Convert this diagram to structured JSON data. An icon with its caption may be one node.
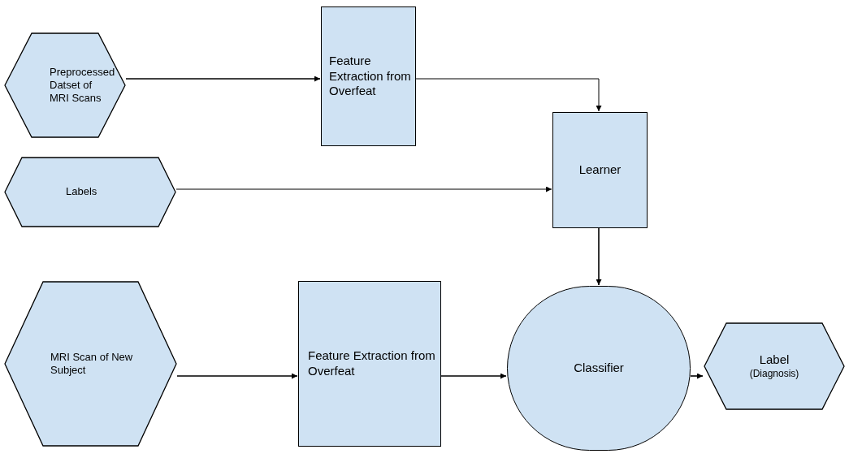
{
  "diagram": {
    "nodes": [
      {
        "text": [
          "Preprocessed Datset of MRI Scans"
        ]
      },
      {
        "text": [
          "Feature Extraction from Overfeat"
        ]
      },
      {
        "text": [
          "Labels"
        ]
      },
      {
        "text": [
          "Learner"
        ]
      },
      {
        "text": [
          "MRI Scan of New Subject"
        ]
      },
      {
        "text": [
          "Feature Extraction from Overfeat"
        ]
      },
      {
        "text": [
          "Classifier"
        ]
      },
      {
        "text": [
          "Label",
          "(Diagnosis)"
        ]
      }
    ],
    "edges": [
      {
        "from": 0,
        "to": 1,
        "arrow": "to"
      },
      {
        "from": 1,
        "to": 3,
        "arrow": "to"
      },
      {
        "from": 2,
        "to": 3,
        "arrow": "to"
      },
      {
        "from": 3,
        "to": 6,
        "arrow": "to"
      },
      {
        "from": 4,
        "to": 5,
        "arrow": "to"
      },
      {
        "from": 5,
        "to": 6,
        "arrow": "to"
      },
      {
        "from": 6,
        "to": 7,
        "arrow": "to"
      }
    ]
  }
}
